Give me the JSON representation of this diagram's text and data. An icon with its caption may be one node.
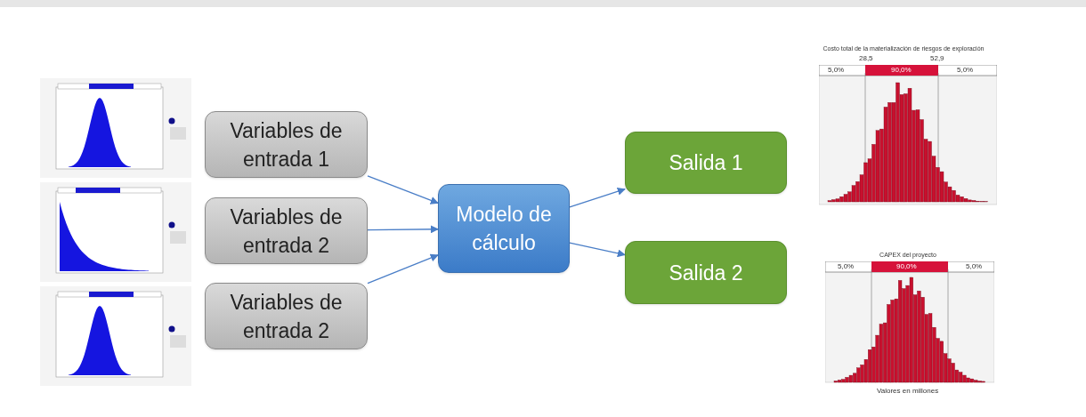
{
  "diagram": {
    "nodes": [
      {
        "text": [
          "Variables de entrada 1"
        ]
      },
      {
        "text": [
          "Variables de entrada 2"
        ]
      },
      {
        "text": [
          "Variables de entrada 2"
        ]
      },
      {
        "text": [
          "Modelo de cálculo"
        ]
      },
      {
        "text": [
          "Salida 1"
        ]
      },
      {
        "text": [
          "Salida 2"
        ]
      }
    ],
    "edges": [
      {
        "from": 0,
        "to": 3,
        "arrow": "to"
      },
      {
        "from": 1,
        "to": 3,
        "arrow": "to"
      },
      {
        "from": 2,
        "to": 3,
        "arrow": "to"
      },
      {
        "from": 3,
        "to": 4,
        "arrow": "to"
      },
      {
        "from": 3,
        "to": 5,
        "arrow": "to"
      }
    ],
    "labels": [
      "Costo total de la materialización de riesgos de exploración",
      "28,5",
      "52,9",
      "5,0%",
      "90,0%",
      "5,0%",
      "CAPEX del proyecto",
      "5,0%",
      "90,0%",
      "5,0%",
      "Valores en millones"
    ]
  }
}
